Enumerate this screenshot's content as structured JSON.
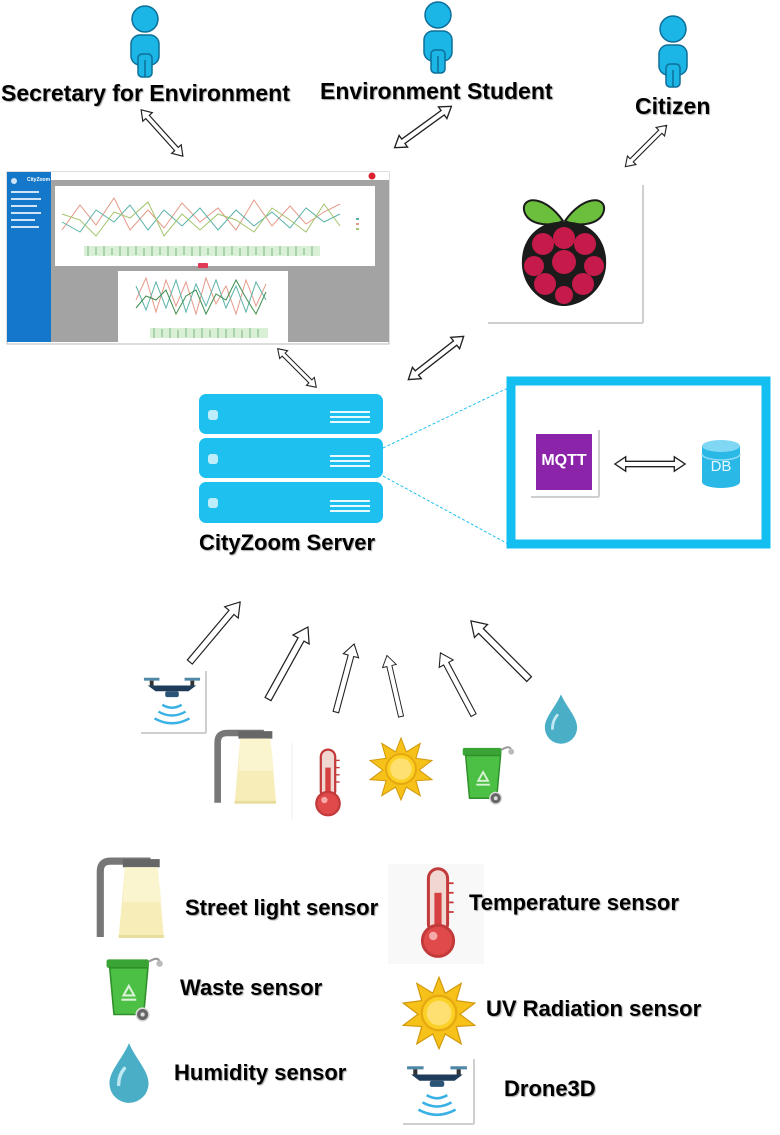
{
  "actors": [
    {
      "label": "Secretary for Environment"
    },
    {
      "label": "Environment Student"
    },
    {
      "label": "Citizen"
    }
  ],
  "server": {
    "label": "CityZoom Server"
  },
  "broker": {
    "mqtt_label": "MQTT",
    "db_label": "DB"
  },
  "dashboard": {
    "app_name": "CityZoom"
  },
  "legend": [
    {
      "label": "Street light sensor",
      "icon": "street-light-icon"
    },
    {
      "label": "Temperature sensor",
      "icon": "thermometer-icon"
    },
    {
      "label": "Waste sensor",
      "icon": "waste-bin-icon"
    },
    {
      "label": "UV Radiation sensor",
      "icon": "sun-icon"
    },
    {
      "label": "Humidity sensor",
      "icon": "water-drop-icon"
    },
    {
      "label": "Drone3D",
      "icon": "drone-icon"
    }
  ],
  "colors": {
    "actor": "#1bb5e6",
    "server": "#1ec0f0",
    "frame": "#12bff0",
    "mqtt": "#8b24a8",
    "raspberry_leaf": "#6cbf3c",
    "raspberry_berry": "#c51a4a",
    "dashboard_sidebar": "#1577c9"
  }
}
